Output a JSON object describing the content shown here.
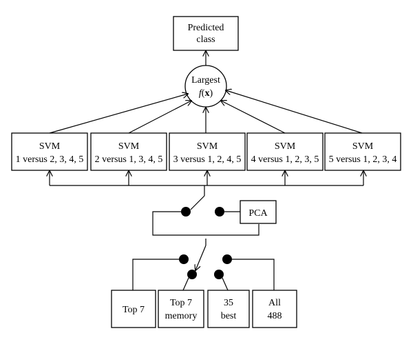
{
  "predicted": {
    "line1": "Predicted",
    "line2": "class"
  },
  "largest": {
    "line1": "Largest",
    "f": "f",
    "open": "(",
    "x": "x",
    "close": ")"
  },
  "svms": [
    {
      "title": "SVM",
      "label": "1 versus 2, 3, 4, 5"
    },
    {
      "title": "SVM",
      "label": "2 versus 1, 3, 4, 5"
    },
    {
      "title": "SVM",
      "label": "3 versus 1, 2, 4, 5"
    },
    {
      "title": "SVM",
      "label": "4 versus 1, 2, 3, 5"
    },
    {
      "title": "SVM",
      "label": "5 versus 1, 2, 3, 4"
    }
  ],
  "pca": "PCA",
  "features": [
    {
      "line1": "Top 7",
      "line2": ""
    },
    {
      "line1": "Top 7",
      "line2": "memory"
    },
    {
      "line1": "35",
      "line2": "best"
    },
    {
      "line1": "All",
      "line2": "488"
    }
  ]
}
